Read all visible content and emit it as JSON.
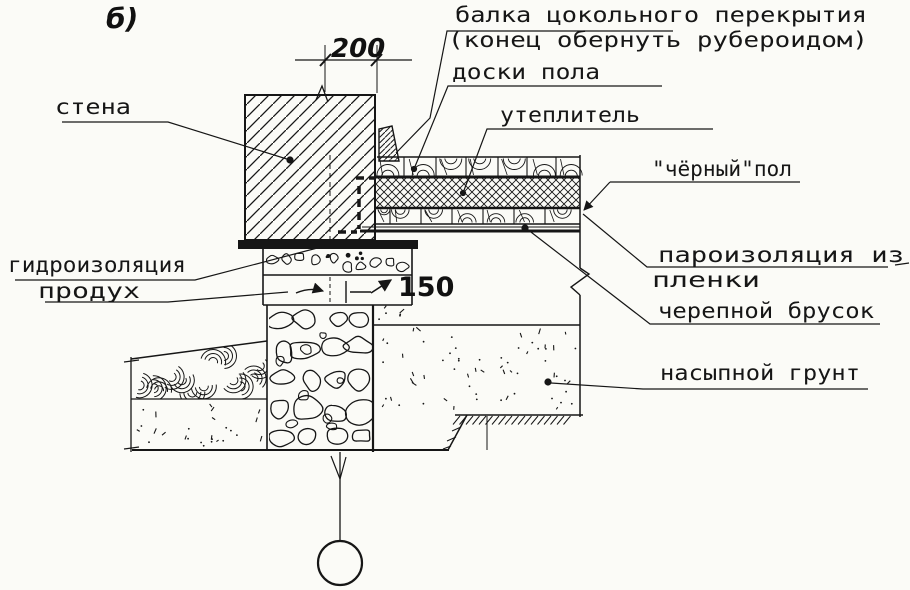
{
  "figure": {
    "mark": "б)"
  },
  "dimensions": {
    "beam_embedment": "200",
    "vent_size": "150"
  },
  "labels": {
    "balka_line1": "балка цокольного перекрытия",
    "balka_line2": "(конец обернуть рубероидом)",
    "doski_pola": "доски пола",
    "uteplitel": "утеплитель",
    "cherny_pol": "\"чёрный\"пол",
    "paroizolyaciya_line1": "пароизоляция из",
    "paroizolyaciya_line2": "пленки",
    "cherepnoy_brusok": "черепной брусок",
    "nasypnoy_grunt": "насыпной грунт",
    "stena": "стена",
    "gidroizolyaciya": "гидроизоляция",
    "produkh": "продух"
  },
  "colors": {
    "ink": "#161616",
    "paper": "#fbfbf7"
  }
}
